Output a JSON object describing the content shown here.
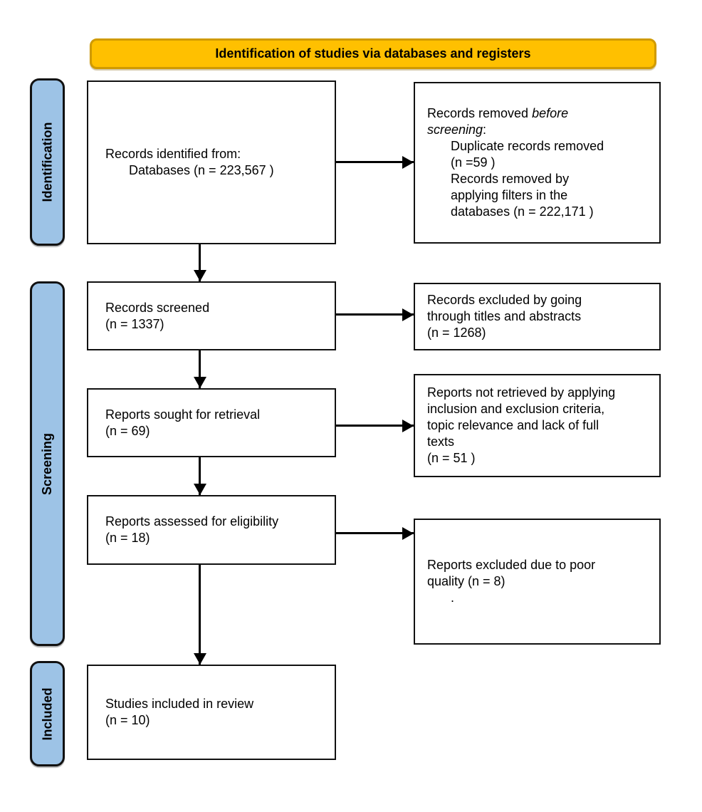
{
  "header": {
    "title": "Identification of studies via databases and registers"
  },
  "stages": [
    {
      "label": "Identification"
    },
    {
      "label": "Screening"
    },
    {
      "label": "Included"
    }
  ],
  "left_boxes": [
    {
      "lines": [
        "Records identified from:",
        "Databases (n = 223,567 )"
      ]
    },
    {
      "lines": [
        "Records screened",
        "(n = 1337)"
      ]
    },
    {
      "lines": [
        "Reports sought for retrieval",
        "(n = 69)"
      ]
    },
    {
      "lines": [
        "Reports assessed for eligibility",
        "(n = 18)"
      ]
    },
    {
      "lines": [
        "Studies included in review",
        "(n = 10)"
      ]
    }
  ],
  "right_boxes": [
    {
      "line1_pre": "Records removed ",
      "line1_italic": "before",
      "line2_italic": "screening",
      "line2_post": ":",
      "items": [
        "Duplicate records removed",
        "(n =59 )",
        "Records removed by",
        "applying filters in the",
        "databases (n = 222,171 )"
      ]
    },
    {
      "lines": [
        "Records excluded by going",
        "through titles and abstracts",
        "(n = 1268)"
      ]
    },
    {
      "lines": [
        "Reports not retrieved by applying",
        "inclusion and exclusion criteria,",
        "topic relevance and lack of full",
        "texts",
        "(n = 51 )"
      ]
    },
    {
      "lines": [
        "Reports excluded due to poor",
        "quality (n = 8)"
      ],
      "footnote_dot": "."
    }
  ],
  "colors": {
    "header_fill": "#FFC000",
    "header_border": "#D09A00",
    "stage_fill": "#9DC3E6",
    "box_border": "#111111",
    "arrow": "#000000"
  }
}
